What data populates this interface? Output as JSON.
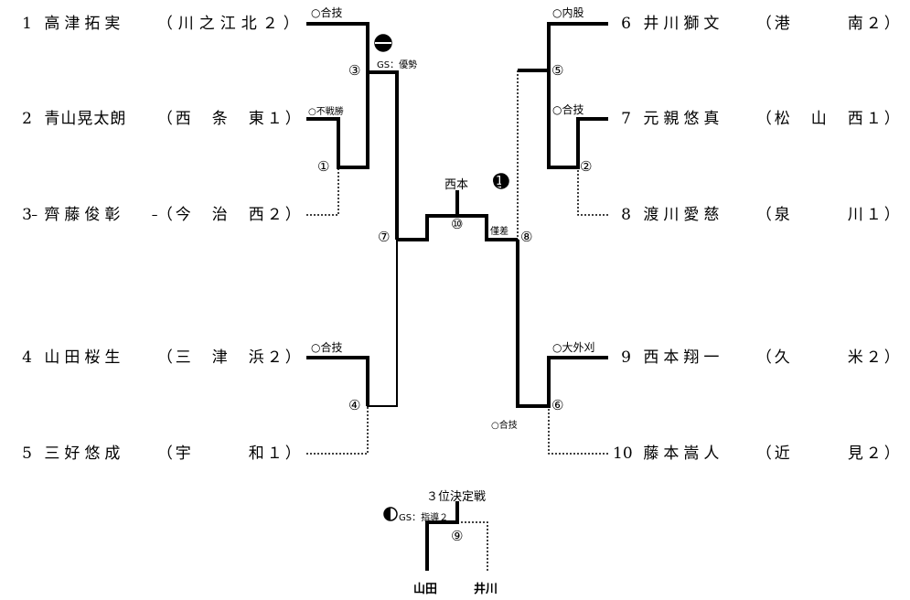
{
  "players": [
    {
      "num": "1",
      "name": "高津拓実",
      "school": "（川之江北２）"
    },
    {
      "num": "2",
      "name": "青山晃太朗",
      "school": "（西　条　東１）"
    },
    {
      "num": "3",
      "name": "齊藤俊彰",
      "school": "（今　治　西２）"
    },
    {
      "num": "4",
      "name": "山田桜生",
      "school": "（三　津　浜２）"
    },
    {
      "num": "5",
      "name": "三好悠成",
      "school": "（宇　　　和１）"
    },
    {
      "num": "6",
      "name": "井川獅文",
      "school": "（港　　　南２）"
    },
    {
      "num": "7",
      "name": "元親悠真",
      "school": "（松　山　西１）"
    },
    {
      "num": "8",
      "name": "渡川愛慈",
      "school": "（泉　　　川１）"
    },
    {
      "num": "9",
      "name": "西本翔一",
      "school": "（久　　　米２）"
    },
    {
      "num": "10",
      "name": "藤本嵩人",
      "school": "（近　　　見２）"
    }
  ],
  "match_labels": {
    "m1_result": "○合技",
    "m2_result": "○不戦勝",
    "m3_result": "GS：優勢",
    "m4_result": "○合技",
    "m5_result": "○内股",
    "m6_result": "○合技",
    "m7_result": "○合技",
    "m8_result": "僅差",
    "m9_result": "○大外刈",
    "m10_winner": "西本"
  },
  "circled": {
    "c1": "①",
    "c2": "②",
    "c3": "③",
    "c4": "④",
    "c5": "⑤",
    "c6": "⑥",
    "c7": "⑦",
    "c8": "⑧",
    "c9": "⑨",
    "c10": "⑩",
    "mark1": "➊"
  },
  "third_place": {
    "title": "３位決定戦",
    "result": "GS：指導２",
    "left": "山田",
    "right": "井川"
  }
}
